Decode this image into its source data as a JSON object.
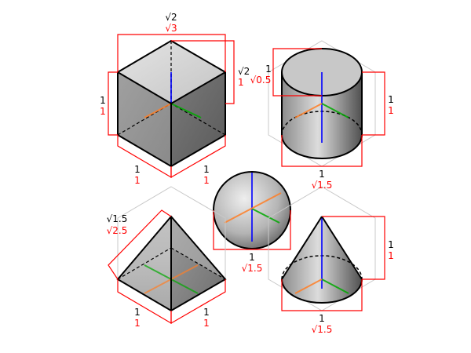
{
  "colors": {
    "dimension_red": "#ff0000",
    "label_black": "#000000",
    "axis_blue": "#0000ff",
    "axis_green": "#00aa00",
    "axis_orange": "#ff7f27",
    "guide_grey": "#c8c8c8"
  },
  "cube": {
    "top_black": "√2",
    "top_red": "√3",
    "right_black": "√2",
    "right_red": "1",
    "left_black": "1",
    "left_red": "1",
    "bottom_left_black": "1",
    "bottom_left_red": "1",
    "bottom_right_black": "1",
    "bottom_right_red": "1"
  },
  "cylinder": {
    "left_black": "1",
    "left_red": "√0.5",
    "right_black": "1",
    "right_red": "1",
    "bottom_black": "1",
    "bottom_red": "√1.5"
  },
  "sphere": {
    "bottom_black": "1",
    "bottom_red": "√1.5"
  },
  "pyramid": {
    "left_black": "√1.5",
    "left_red": "√2.5",
    "bottom_left_black": "1",
    "bottom_left_red": "1",
    "bottom_right_black": "1",
    "bottom_right_red": "1"
  },
  "cone": {
    "right_black": "1",
    "right_red": "1",
    "bottom_black": "1",
    "bottom_red": "√1.5"
  }
}
